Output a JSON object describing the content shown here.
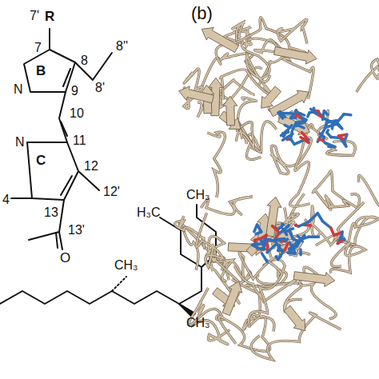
{
  "diagram": {
    "labels": [
      "(b)",
      "7'",
      "R",
      "7",
      "8",
      "8''",
      "8'",
      "B",
      "N",
      "9",
      "10",
      "11",
      "N",
      "C",
      "12",
      "12'",
      "13",
      "13'",
      "O",
      "4",
      "CH₃",
      "H₃C",
      "CH₃",
      "CH₃"
    ]
  }
}
